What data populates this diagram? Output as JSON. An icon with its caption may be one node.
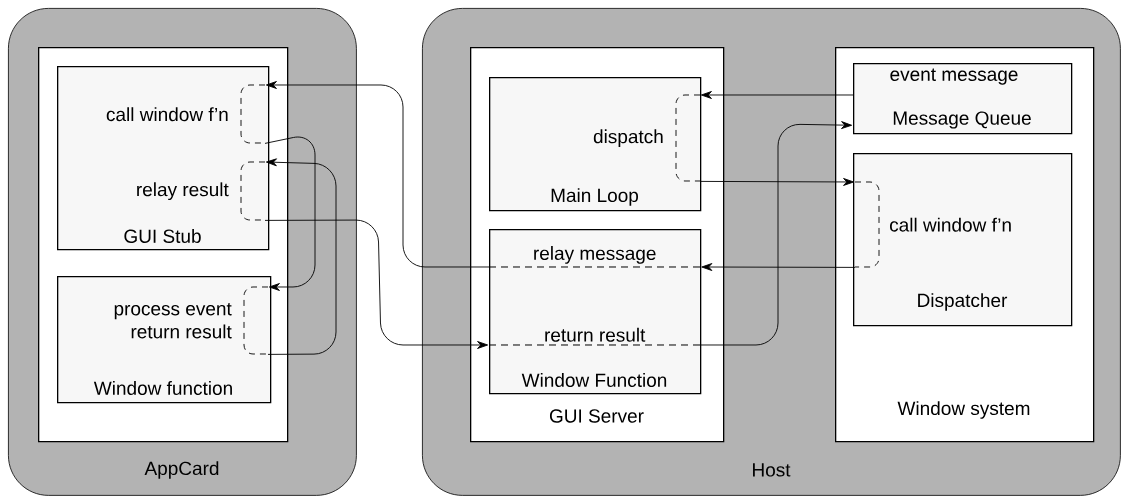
{
  "diagram": {
    "nodes": [
      {
        "text": [
          "AppCard"
        ]
      },
      {
        "text": [],
        "shape": "box",
        "in": 0
      },
      {
        "text": [
          "GUI Stub"
        ],
        "in": 1
      },
      {
        "text": [
          "call window f’n"
        ],
        "in": 2
      },
      {
        "text": [
          "relay result"
        ],
        "in": 2
      },
      {
        "text": [
          "Window function"
        ],
        "in": 1
      },
      {
        "text": [
          "process event return result"
        ],
        "in": 5
      },
      {
        "text": [
          "Host"
        ]
      },
      {
        "text": [
          "GUI Server"
        ],
        "in": 7
      },
      {
        "text": [
          "Main Loop"
        ],
        "in": 8
      },
      {
        "text": [
          "dispatch"
        ],
        "in": 9
      },
      {
        "text": [
          "Window Function"
        ],
        "in": 8
      },
      {
        "text": [
          "relay message"
        ],
        "in": 11
      },
      {
        "text": [
          "return result"
        ],
        "in": 11
      },
      {
        "text": [
          "Window system"
        ],
        "in": 7
      },
      {
        "text": [
          "event message",
          "Message Queue"
        ],
        "in": 14
      },
      {
        "text": [
          "Dispatcher"
        ],
        "in": 14
      },
      {
        "text": [
          "call window f’n"
        ],
        "in": 16
      }
    ],
    "edges": [
      {
        "from": 17,
        "to": 12,
        "arrow": "to"
      },
      {
        "from": 12,
        "to": 3,
        "arrow": "to"
      },
      {
        "from": 15,
        "to": 10,
        "arrow": "to"
      },
      {
        "from": 10,
        "to": 17,
        "arrow": "to"
      },
      {
        "from": 3,
        "to": 6,
        "arrow": "to"
      },
      {
        "from": 6,
        "to": 4,
        "arrow": "to"
      },
      {
        "from": 4,
        "to": 13,
        "arrow": "to"
      },
      {
        "from": 13,
        "to": 15,
        "arrow": "to"
      }
    ]
  }
}
